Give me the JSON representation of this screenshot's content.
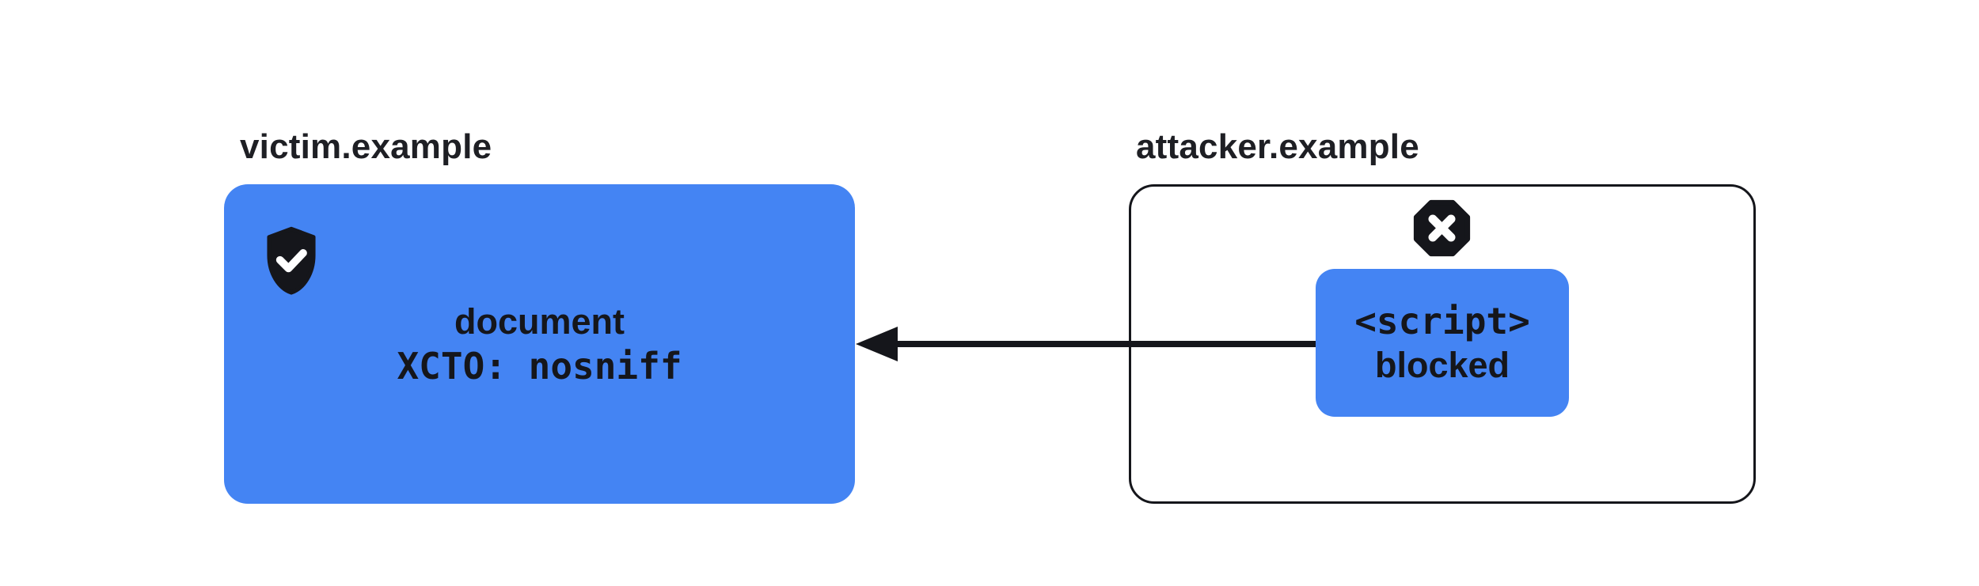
{
  "colors": {
    "bg": "#ffffff",
    "blue": "#4484f3",
    "ink": "#15161b",
    "label": "#1e1f24"
  },
  "victim": {
    "label": "victim.example",
    "icon": "shield-check",
    "lines": [
      "document",
      "XCTO: nosniff"
    ]
  },
  "attacker": {
    "label": "attacker.example",
    "icon": "blocked-x",
    "script_box": {
      "lines": [
        "<script>",
        "blocked"
      ]
    }
  },
  "arrow": {
    "direction": "right-to-left",
    "from": "script-blocked-box",
    "to": "victim-document-box"
  }
}
